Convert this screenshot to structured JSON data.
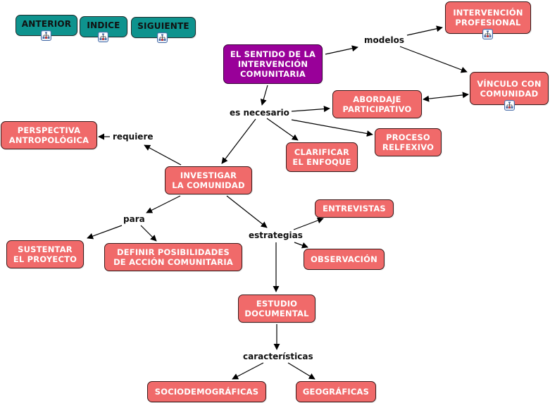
{
  "diagram": {
    "type": "concept-map",
    "colors": {
      "concept_fill": "#f06a6a",
      "root_fill": "#990099",
      "nav_fill": "#0e938e",
      "link_stroke": "#000000",
      "concept_text": "#ffffff",
      "nav_text": "#111111"
    },
    "nav": {
      "anterior": {
        "label": "ANTERIOR",
        "icon": "concept-map-link-icon"
      },
      "indice": {
        "label": "INDICE",
        "icon": "concept-map-link-icon"
      },
      "siguiente": {
        "label": "SIGUIENTE",
        "icon": "concept-map-link-icon"
      }
    },
    "concepts": {
      "root": "EL SENTIDO DE LA\nINTERVENCIÓN\nCOMUNITARIA",
      "intervencion_profesional": "INTERVENCIÓN\nPROFESIONAL",
      "vinculo_comunidad": "VÍNCULO CON\nCOMUNIDAD",
      "abordaje_participativo": "ABORDAJE\nPARTICIPATIVO",
      "proceso_reflexivo": "PROCESO\nRELFEXIVO",
      "clarificar_enfoque": "CLARIFICAR\nEL ENFOQUE",
      "investigar_comunidad": "INVESTIGAR\nLA COMUNIDAD",
      "perspectiva_antropologica": "PERSPECTIVA\nANTROPOLÓGICA",
      "sustentar_proyecto": "SUSTENTAR\nEL PROYECTO",
      "definir_posibilidades": "DEFINIR POSIBILIDADES\nDE ACCIÓN COMUNITARIA",
      "entrevistas": "ENTREVISTAS",
      "observacion": "OBSERVACIÓN",
      "estudio_documental": "ESTUDIO\nDOCUMENTAL",
      "sociodemograficas": "SOCIODEMOGRÁFICAS",
      "geograficas": "GEOGRÁFICAS"
    },
    "linking_phrases": {
      "modelos": "modelos",
      "es_necesario": "es necesario",
      "requiere": "requiere",
      "para": "para",
      "estrategias": "estrategias",
      "caracteristicas": "características"
    },
    "links": [
      {
        "from": "root",
        "to": "modelos"
      },
      {
        "from": "modelos",
        "to": "intervencion_profesional"
      },
      {
        "from": "modelos",
        "to": "vinculo_comunidad"
      },
      {
        "from": "root",
        "to": "es_necesario"
      },
      {
        "from": "es_necesario",
        "to": "abordaje_participativo"
      },
      {
        "from": "es_necesario",
        "to": "proceso_reflexivo"
      },
      {
        "from": "es_necesario",
        "to": "clarificar_enfoque"
      },
      {
        "from": "es_necesario",
        "to": "investigar_comunidad"
      },
      {
        "from": "vinculo_comunidad",
        "to": "abordaje_participativo",
        "bidirectional": true
      },
      {
        "from": "investigar_comunidad",
        "to": "requiere"
      },
      {
        "from": "requiere",
        "to": "perspectiva_antropologica"
      },
      {
        "from": "investigar_comunidad",
        "to": "para"
      },
      {
        "from": "para",
        "to": "sustentar_proyecto"
      },
      {
        "from": "para",
        "to": "definir_posibilidades"
      },
      {
        "from": "investigar_comunidad",
        "to": "estrategias"
      },
      {
        "from": "estrategias",
        "to": "entrevistas"
      },
      {
        "from": "estrategias",
        "to": "observacion"
      },
      {
        "from": "estrategias",
        "to": "estudio_documental"
      },
      {
        "from": "estudio_documental",
        "to": "caracteristicas"
      },
      {
        "from": "caracteristicas",
        "to": "sociodemograficas"
      },
      {
        "from": "caracteristicas",
        "to": "geograficas"
      }
    ],
    "nodes_with_submap_icon": [
      "intervencion_profesional",
      "vinculo_comunidad"
    ]
  }
}
